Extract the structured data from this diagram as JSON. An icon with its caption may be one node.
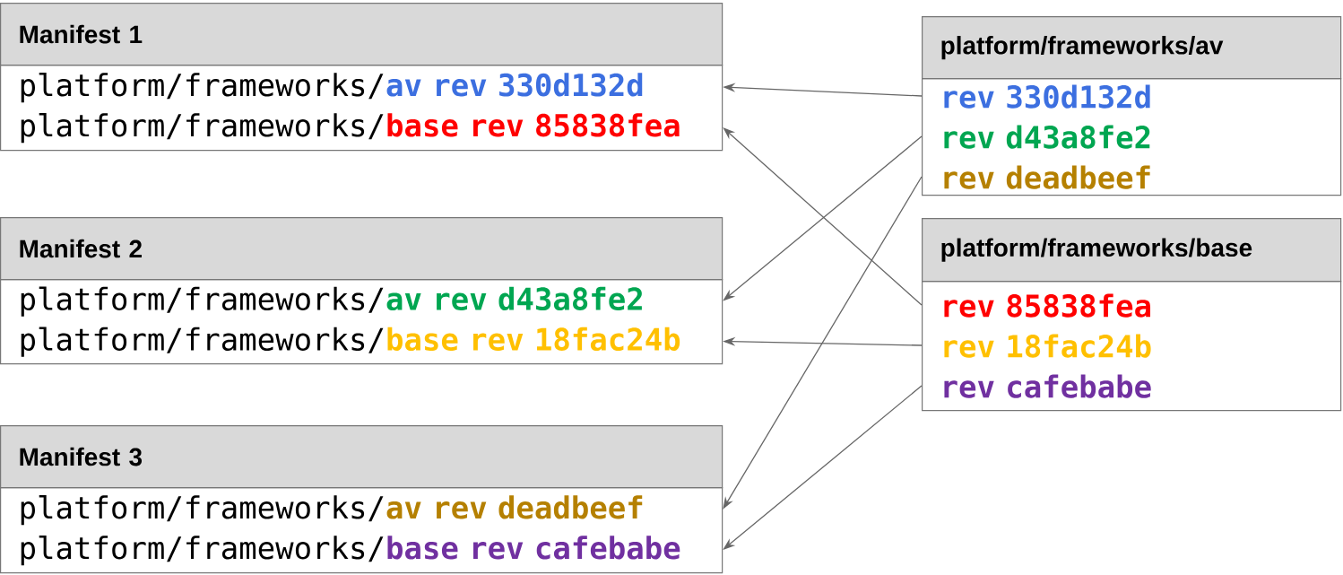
{
  "diagram": {
    "nodes": [
      {
        "text": [
          "Manifest 1"
        ]
      },
      {
        "text": [
          "platform/frameworks/",
          "av rev 330d132d",
          "platform/frameworks/",
          "base rev 85838fea"
        ]
      },
      {
        "text": [
          "Manifest 2"
        ]
      },
      {
        "text": [
          "platform/frameworks/",
          "av rev d43a8fe2",
          "platform/frameworks/",
          "base rev 18fac24b"
        ]
      },
      {
        "text": [
          "Manifest 3"
        ]
      },
      {
        "text": [
          "platform/frameworks/",
          "av rev deadbeef",
          "platform/frameworks/",
          "base rev cafebabe"
        ]
      },
      {
        "text": [
          "platform/frameworks/av"
        ]
      },
      {
        "text": [
          "rev 330d132d",
          "rev d43a8fe2",
          "rev deadbeef"
        ]
      },
      {
        "text": [
          "platform/frameworks/base"
        ]
      },
      {
        "text": [
          "rev 85838fea",
          "rev 18fac24b",
          "rev cafebabe"
        ]
      }
    ],
    "edges": [
      {
        "from": 7,
        "to": 1,
        "arrow": "to"
      },
      {
        "from": 7,
        "to": 3,
        "arrow": "to"
      },
      {
        "from": 7,
        "to": 5,
        "arrow": "to"
      },
      {
        "from": 9,
        "to": 1,
        "arrow": "to"
      },
      {
        "from": 9,
        "to": 3,
        "arrow": "to"
      },
      {
        "from": 9,
        "to": 5,
        "arrow": "to"
      }
    ]
  }
}
